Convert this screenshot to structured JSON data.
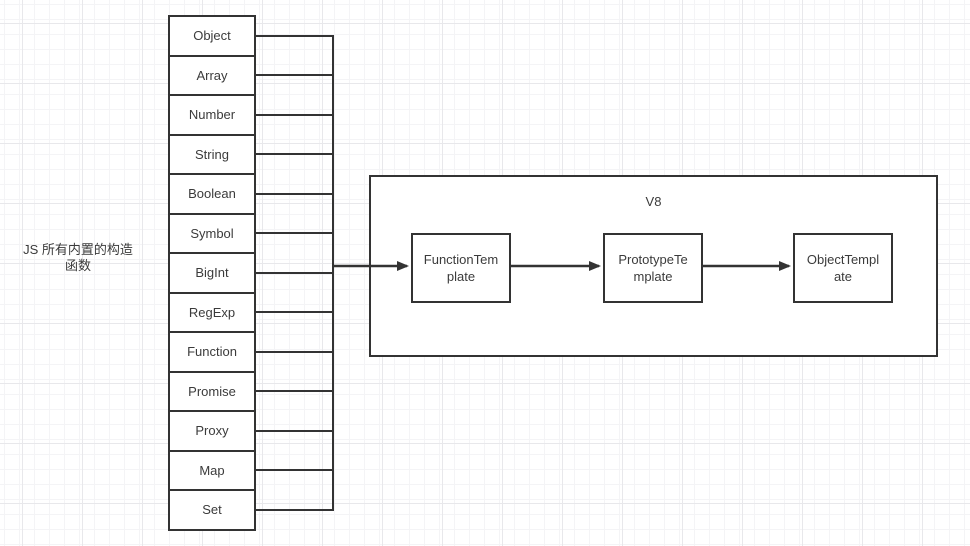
{
  "left_label": {
    "line1": "JS 所有内置的构造",
    "line2": "函数"
  },
  "constructors": {
    "items": [
      "Object",
      "Array",
      "Number",
      "String",
      "Boolean",
      "Symbol",
      "BigInt",
      "RegExp",
      "Function",
      "Promise",
      "Proxy",
      "Map",
      "Set"
    ]
  },
  "v8": {
    "title": "V8",
    "templates": [
      {
        "name": "function-template",
        "line1": "FunctionTem",
        "line2": "plate"
      },
      {
        "name": "prototype-template",
        "line1": "PrototypeTe",
        "line2": "mplate"
      },
      {
        "name": "object-template",
        "line1": "ObjectTempl",
        "line2": "ate"
      }
    ]
  },
  "colors": {
    "stroke": "#333333",
    "text": "#3b3b3b",
    "background": "#ffffff",
    "grid_minor": "#f4f4f6",
    "grid_major": "#e8e8eb"
  }
}
